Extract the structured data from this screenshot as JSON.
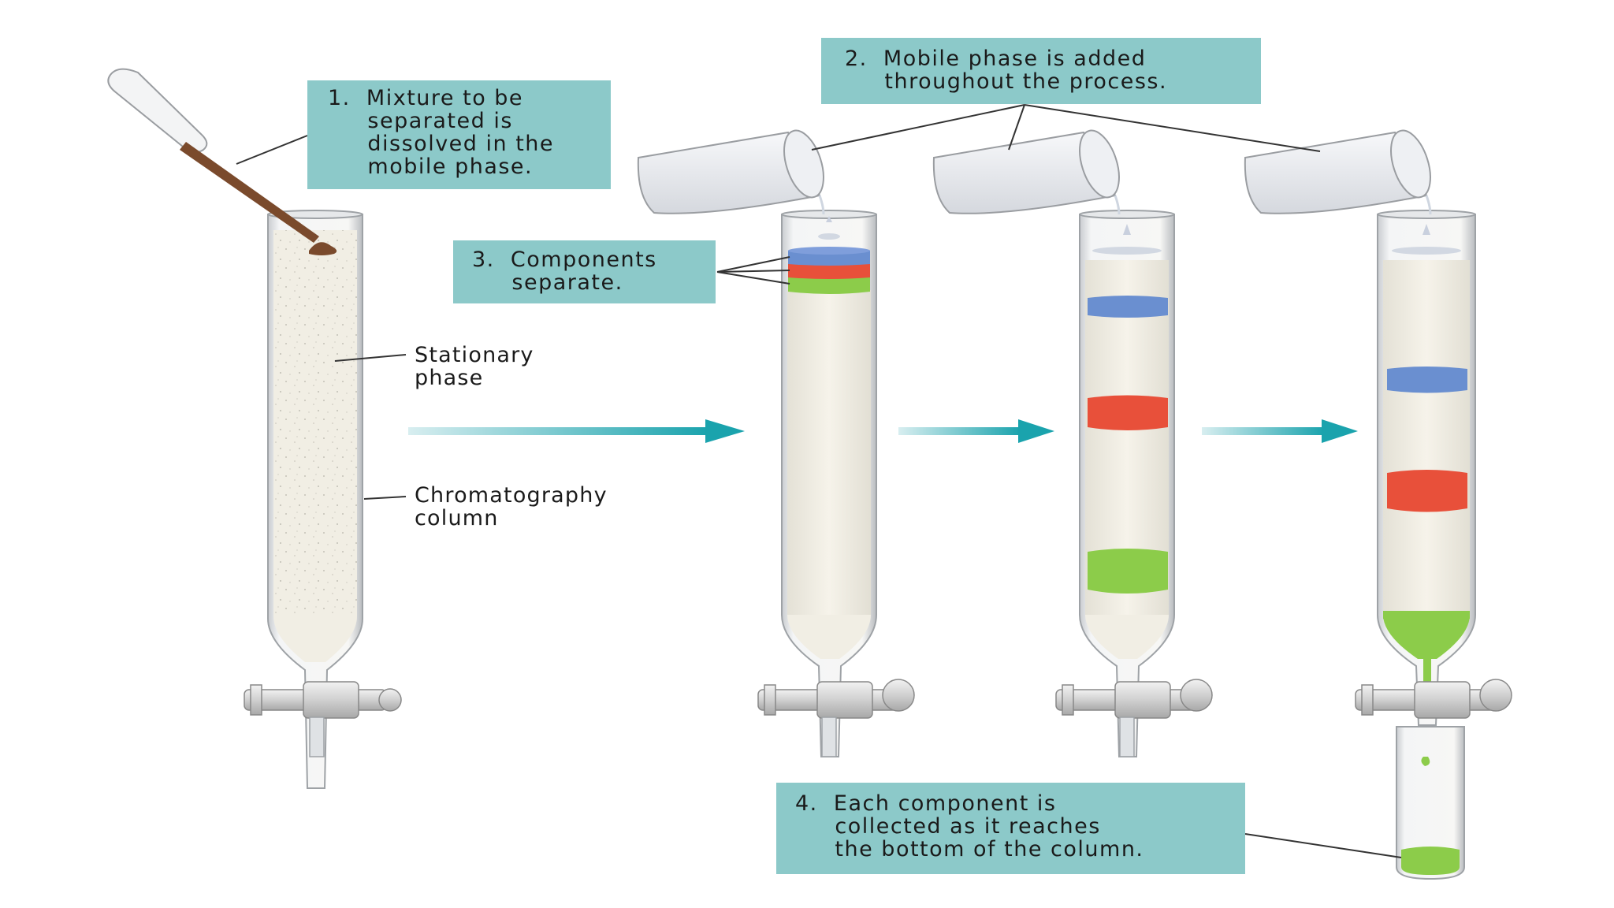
{
  "callouts": {
    "step1": "1.  Mixture to be\n     separated is\n     dissolved in the\n     mobile phase.",
    "step2": "2.  Mobile phase is added\n     throughout the process.",
    "step3": "3.  Components\n     separate.",
    "step4": "4.  Each component is\n     collected as it reaches\n     the bottom of the column."
  },
  "labels": {
    "stationary_phase": "Stationary\nphase",
    "chromatography_column": "Chromatography\ncolumn"
  },
  "colors": {
    "callout_bg": "#8cc9c9",
    "arrow": "#1aa3ad",
    "band_blue": "#6a8fd0",
    "band_red": "#e8503a",
    "band_green": "#8ccc4a",
    "sample_brown": "#7a4a2c",
    "column_fill": "#f2efe6"
  },
  "stages": [
    {
      "name": "initial",
      "bands": []
    },
    {
      "name": "loaded",
      "bands": [
        "blue",
        "red",
        "green"
      ]
    },
    {
      "name": "separating",
      "bands": [
        "blue",
        "red",
        "green"
      ]
    },
    {
      "name": "eluting",
      "bands": [
        "blue",
        "red",
        "green"
      ]
    }
  ]
}
